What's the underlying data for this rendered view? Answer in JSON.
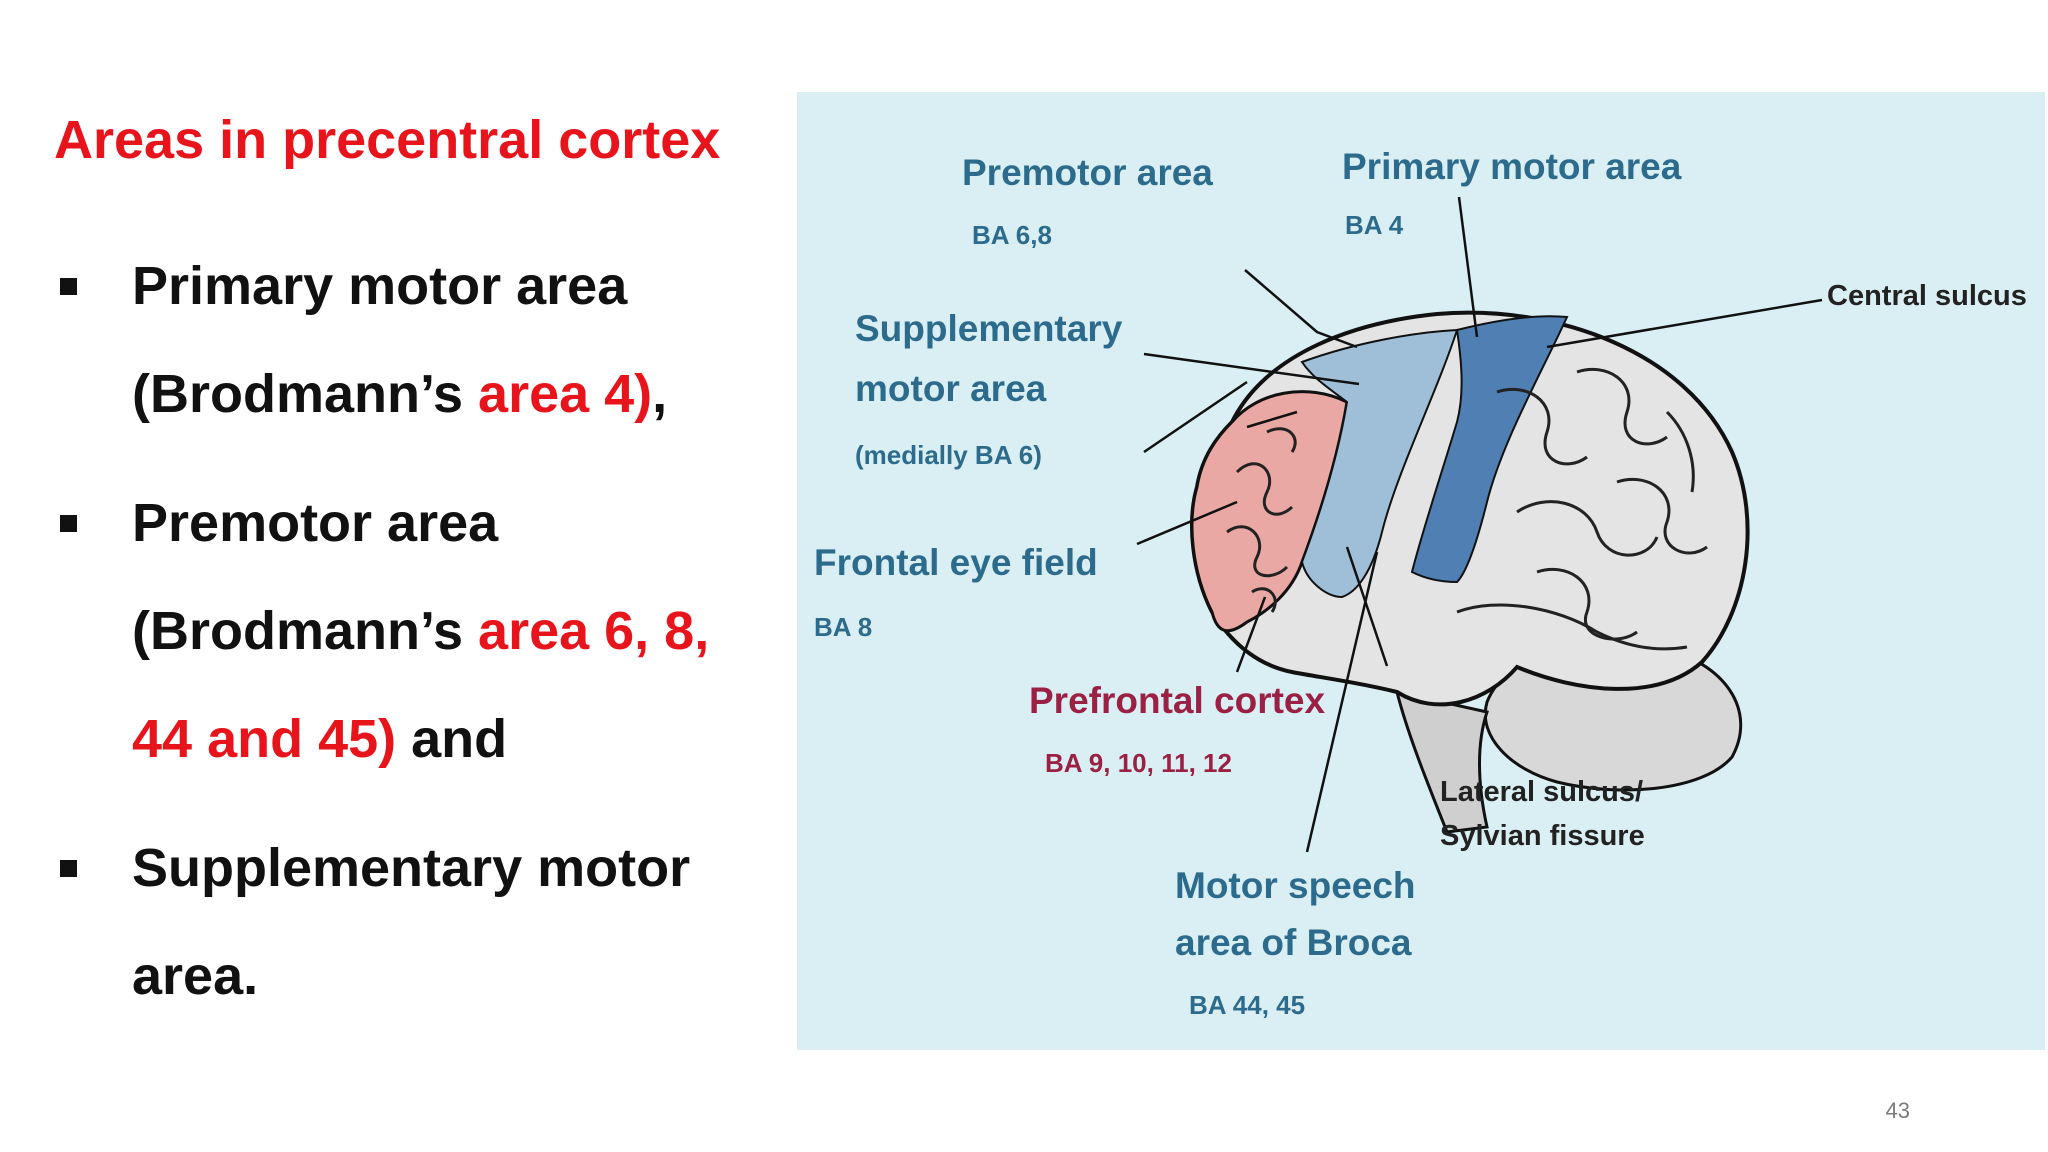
{
  "slide": {
    "heading": "Areas in precentral cortex",
    "page_number": "43"
  },
  "bullets": [
    {
      "line1": "Primary motor area",
      "pre": "(Brodmann’s ",
      "red": "area 4)",
      "post": ","
    },
    {
      "line1": "Premotor area",
      "pre": "(Brodmann’s ",
      "red": "area 6, 8,",
      "red2": "44 and 45)",
      "post": " and"
    },
    {
      "line1": "Supplementary motor",
      "line2": "area."
    }
  ],
  "figure": {
    "premotor": {
      "name": "Premotor area",
      "ba": "BA 6,8"
    },
    "primary_motor": {
      "name": "Primary motor area",
      "ba": "BA 4"
    },
    "central_sulcus": "Central sulcus",
    "supplementary": {
      "name1": "Supplementary",
      "name2": "motor area",
      "ba": "(medially BA 6)"
    },
    "frontal_eye": {
      "name": "Frontal eye field",
      "ba": "BA 8"
    },
    "prefrontal": {
      "name": "Prefrontal cortex",
      "ba": "BA 9, 10, 11, 12"
    },
    "lateral_sulcus": {
      "name1": "Lateral sulcus/",
      "name2": "Sylvian fissure"
    },
    "broca": {
      "name1": "Motor speech",
      "name2": "area of Broca",
      "ba": "BA 44, 45"
    },
    "colors": {
      "background": "#daeff4",
      "label_blue": "#2d6b8c",
      "label_maroon": "#9a2143",
      "accent_red": "#e8141b"
    }
  }
}
